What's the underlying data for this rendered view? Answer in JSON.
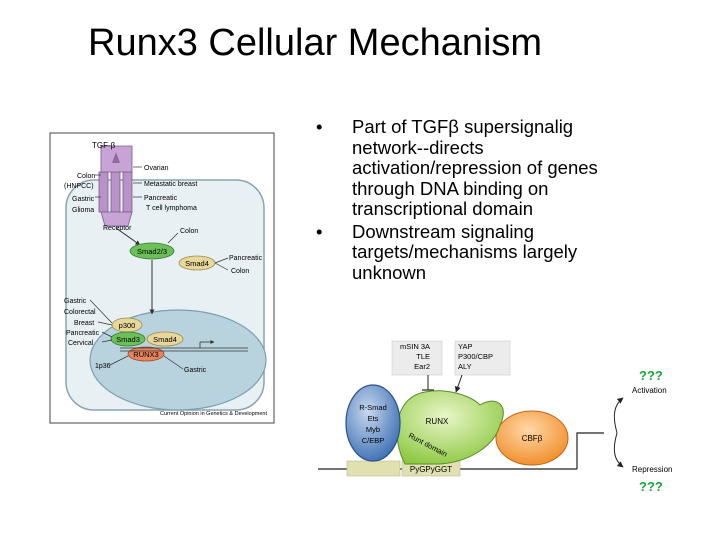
{
  "slide": {
    "title": "Runx3 Cellular Mechanism",
    "bullets": [
      "Part of TGFβ supersignalig network--directs activation/repression of genes through DNA binding on transcriptional domain",
      "Downstream signaling targets/mechanisms largely unknown"
    ],
    "bullet_glyph": "•"
  },
  "left_figure": {
    "ligand": "TGF-β",
    "receptor": "Receptor",
    "smad23": "Smad2/3",
    "smad4_cyto": "Smad4",
    "p300": "p300",
    "smad3": "Smad3",
    "smad4_nuc": "Smad4",
    "runx3": "RUNX3",
    "locus": "1p36",
    "cancers_left_receptor": [
      "Colon",
      "(HNPCC)",
      "Gastric",
      "Glioma"
    ],
    "cancers_right_receptor": [
      "Ovarian",
      "Metastatic breast",
      "Pancreatic",
      "T cell lymphoma"
    ],
    "cancer_smad23": "Colon",
    "cancers_smad4": [
      "Pancreatic",
      "Colon"
    ],
    "cancers_nucleus": [
      "Gastric",
      "Colorectal",
      "Breast",
      "Pancreatic",
      "Cervical"
    ],
    "cancer_runx3": "Gastric",
    "credit": "Current Opinion in Genetics & Development",
    "colors": {
      "receptor": "#b892c8",
      "smad_green": "#6cc05a",
      "smad4": "#e8d79a",
      "runx3": "#e8845e",
      "cell": "#e8f0f4",
      "nucleus": "#b8d3de"
    }
  },
  "right_figure": {
    "corepressors": [
      "mSIN 3A",
      "TLE",
      "Ear2"
    ],
    "coactivators": [
      "YAP",
      "P300/CBP",
      "ALY"
    ],
    "partner_factors": [
      "R-Smad",
      "Ets",
      "Myb",
      "C/EBP"
    ],
    "runx": "RUNX",
    "runt_domain": "Runt domain",
    "cbfb": "CBFβ",
    "dna_motif": "PyGPyGGT",
    "activation": "Activation",
    "repression": "Repression",
    "unknown_top": "???",
    "unknown_bottom": "???",
    "colors": {
      "partner": "#3c6fb4",
      "runx": "#8cc840",
      "cbfb": "#f08a24",
      "motif": "#e0e0b0",
      "question": "#16a83c"
    }
  }
}
